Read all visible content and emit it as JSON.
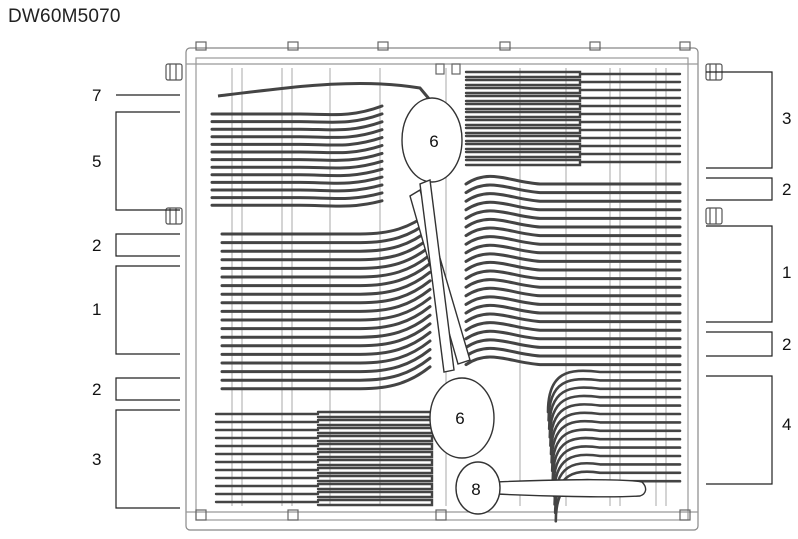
{
  "model": "DW60M5070",
  "callouts": {
    "left": [
      "7",
      "5",
      "2",
      "1",
      "2",
      "3"
    ],
    "right": [
      "3",
      "2",
      "1",
      "2",
      "4"
    ],
    "inner": [
      "6",
      "6",
      "8"
    ]
  },
  "colors": {
    "outline": "#555555",
    "cutlery": "#444444",
    "leader": "#222222"
  }
}
